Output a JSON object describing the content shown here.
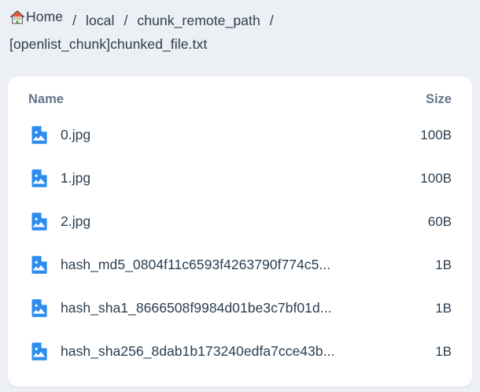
{
  "breadcrumb": {
    "home_icon": "home-icon",
    "items": [
      {
        "label": "Home",
        "icon": "home-icon"
      },
      {
        "label": "local"
      },
      {
        "label": "chunk_remote_path"
      },
      {
        "label": "[openlist_chunk]chunked_file.txt"
      }
    ],
    "separator": "/"
  },
  "table": {
    "columns": {
      "name": "Name",
      "size": "Size"
    },
    "rows": [
      {
        "icon": "image-file-icon",
        "name": "0.jpg",
        "size": "100B"
      },
      {
        "icon": "image-file-icon",
        "name": "1.jpg",
        "size": "100B"
      },
      {
        "icon": "image-file-icon",
        "name": "2.jpg",
        "size": "60B"
      },
      {
        "icon": "image-file-icon",
        "name": "hash_md5_0804f11c6593f4263790f774c5...",
        "size": "1B"
      },
      {
        "icon": "image-file-icon",
        "name": "hash_sha1_8666508f9984d01be3c7bf01d...",
        "size": "1B"
      },
      {
        "icon": "image-file-icon",
        "name": "hash_sha256_8dab1b173240edfa7cce43b...",
        "size": "1B"
      }
    ]
  },
  "colors": {
    "page_background": "#eceff3",
    "card_background": "#ffffff",
    "text": "#2c3e50",
    "header_text": "#64748b",
    "file_icon": "#2d8cf0"
  }
}
